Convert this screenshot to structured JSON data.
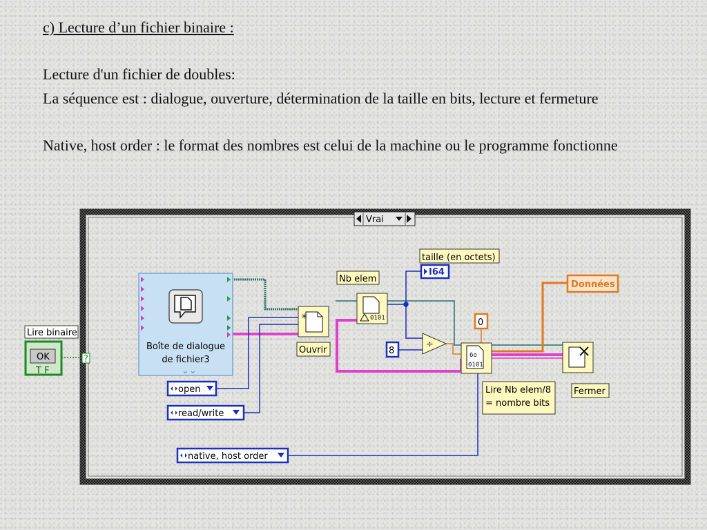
{
  "slide": {
    "title": "c) Lecture d’un fichier binaire :",
    "line1": "Lecture d'un fichier de doubles:",
    "para2": "La séquence est : dialogue, ouverture, détermination de la taille en bits, lecture et fermeture",
    "para3": "Native, host order : le format des nombres est celui de la machine ou le programme fonctionne"
  },
  "diagram": {
    "case_selector": "Vrai",
    "bool_control_label": "Lire binaire",
    "ok_button": "OK",
    "tf_label": "T F",
    "unknown_indicator": "?",
    "dialog_name_line1": "Boîte de dialogue",
    "dialog_name_line2": "de fichier3",
    "open_label": "Ouvrir",
    "nb_elem_label": "Nb elem",
    "taille_label": "taille (en octets)",
    "i64_label": "I64",
    "constant_8": "8",
    "constant_0": "0",
    "donnees_label": "Données",
    "read_label_line1": "Lire Nb elem/8",
    "read_label_line2": "= nombre bits",
    "close_label": "Fermer",
    "open_mode": "open",
    "access_mode": "read/write",
    "byte_order": "native, host order"
  },
  "colors": {
    "frame": "#3a3a3a",
    "ref_wire": "#e040d0",
    "int_wire": "#1a2fc0",
    "num_wire": "#e07820",
    "teal_wire": "#2a7070",
    "bool_wire": "#1a8a2a",
    "node_fill": "#fff9c0",
    "dialog_fill": "#c8e0f4"
  }
}
